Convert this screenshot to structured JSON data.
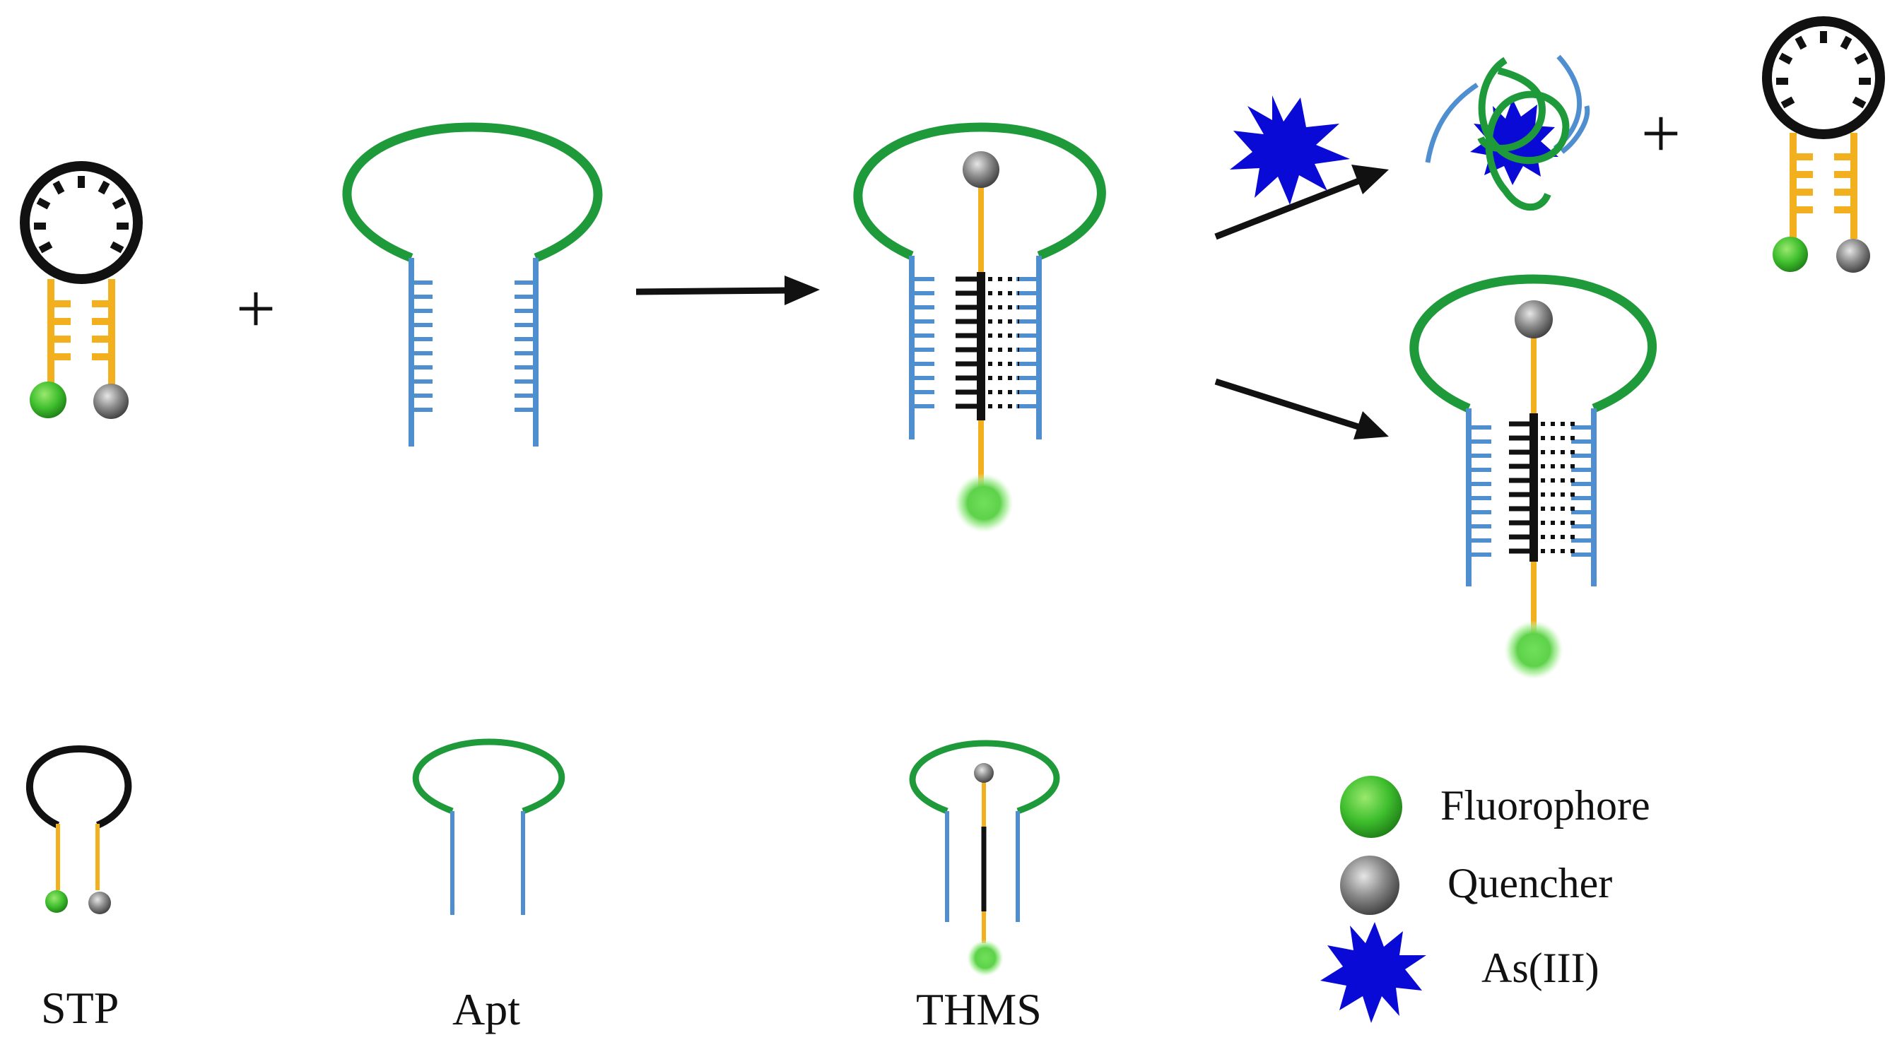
{
  "diagram": {
    "plus_signs": [
      "+",
      "+"
    ],
    "labels": {
      "stp": "STP",
      "apt": "Apt",
      "thms": "THMS"
    },
    "legend": {
      "fluorophore": "Fluorophore",
      "quencher": "Quencher",
      "arsenic": "As(III)"
    },
    "colors": {
      "aptamer_loop": "#1f9a3a",
      "aptamer_stem": "#4f8fd0",
      "stp_loop": "#111111",
      "stp_stem": "#f2b01e",
      "fluorophore": "#46c234",
      "quencher": "#7a7a7a",
      "arsenic": "#0a0ad6",
      "arrow": "#111111"
    }
  }
}
